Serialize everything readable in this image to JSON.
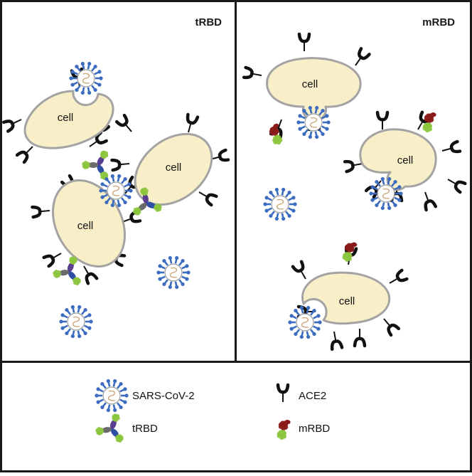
{
  "panels": {
    "left_title": "tRBD",
    "right_title": "mRBD"
  },
  "cell_label": "cell",
  "legend": {
    "virus": "SARS-CoV-2",
    "ace2": "ACE2",
    "trbd": "tRBD",
    "mrbd": "mRBD"
  },
  "colors": {
    "frame": "#1a1a1a",
    "cell_fill": "#f8efc9",
    "cell_stroke": "#a3a3a3",
    "virus_spike": "#3b6cc0",
    "virus_rna": "#c9a273",
    "ace2": "#111111",
    "trbd_green": "#8cc63f",
    "trbd_purple": "#5a3e91",
    "trbd_blue": "#2e4fa3",
    "trbd_gray": "#6b6b6b",
    "mrbd_red": "#8b1a1a",
    "mrbd_green": "#8cc63f"
  }
}
